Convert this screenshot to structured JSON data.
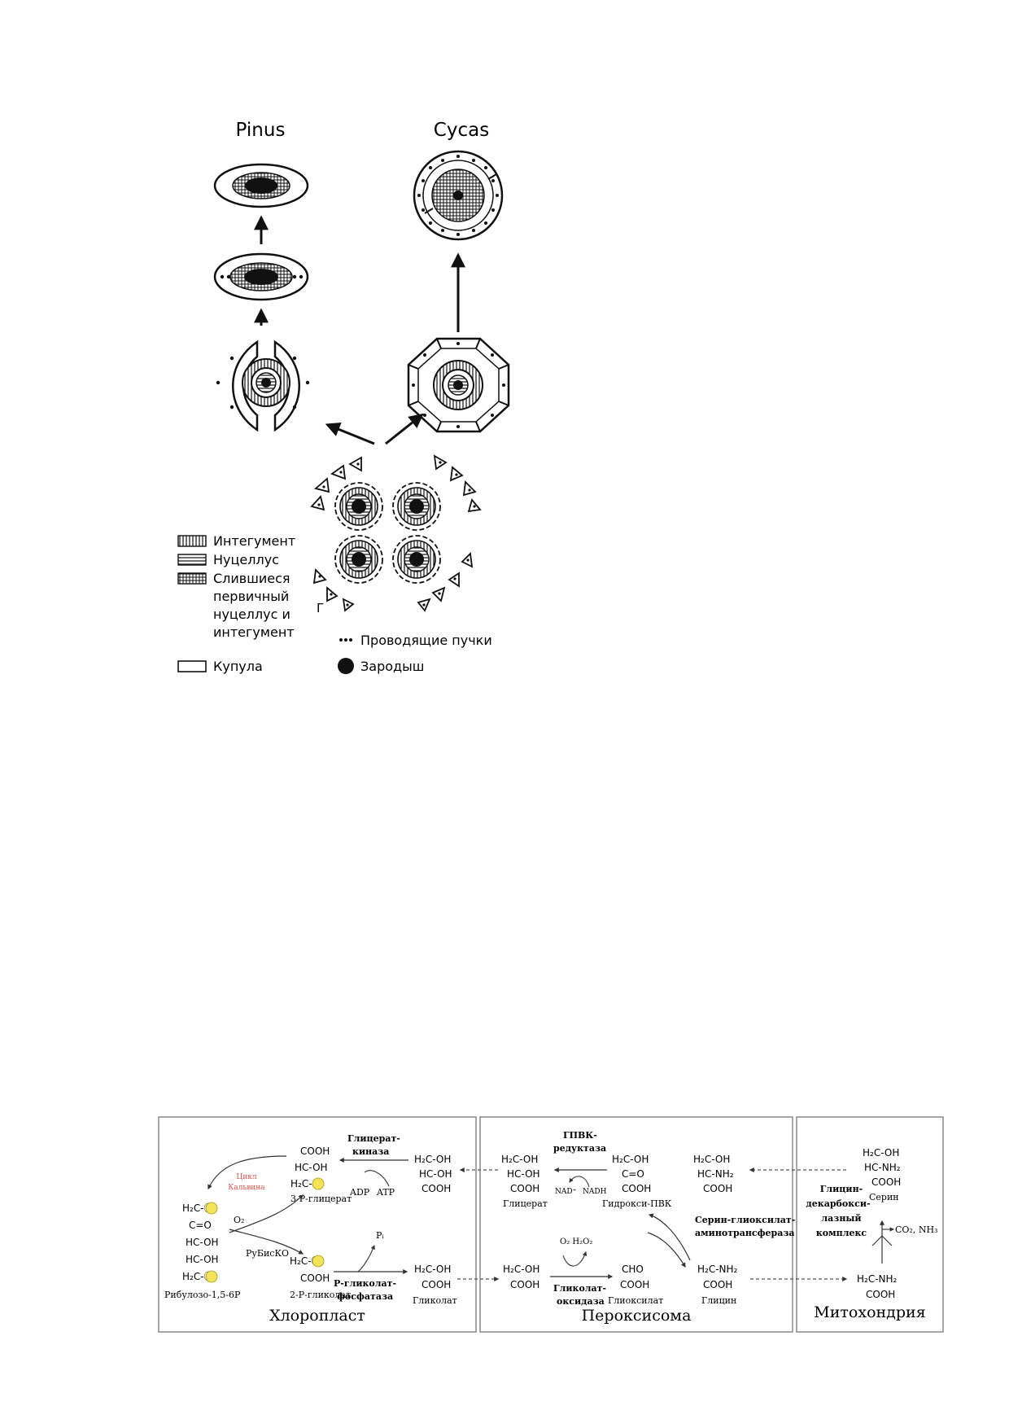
{
  "top_figure": {
    "genus_left": "Pinus",
    "genus_right": "Cycas",
    "letter": "Г",
    "legend": {
      "integument": "Интегумент",
      "nucellus": "Нуцеллус",
      "fused_line1": "Слившиеся",
      "fused_line2": "первичный",
      "fused_line3": "нуцеллус и",
      "fused_line4": "интегумент",
      "cupule": "Купула",
      "bundles": "Проводящие пучки",
      "embryo": "Зародыш"
    }
  },
  "bottom_figure": {
    "compartments": {
      "chloroplast": "Хлоропласт",
      "peroxisome": "Пероксисома",
      "mitochondrion": "Митохондрия"
    },
    "chloroplast": {
      "rubp_lines": [
        "H₂C-Ⓟ",
        "C=O",
        "HC-OH",
        "HC-OH",
        "H₂C-Ⓟ"
      ],
      "rubp_name": "Рибулозо-1,5-6P",
      "pga_lines": [
        "COOH",
        "HC-OH",
        "H₂C-Ⓟ"
      ],
      "pga_name": "3-Р-глицерат",
      "calvin": [
        "Цикл",
        "Кальвина"
      ],
      "o2": "O₂",
      "rubisco": "РуБисКО",
      "pglycolate_lines": [
        "H₂C-Ⓟ",
        "COOH"
      ],
      "pglycolate_name": "2-Р-гликолат",
      "pgp_enzyme": [
        "Р-гликолат-",
        "фосфатаза"
      ],
      "pi": "Pᵢ",
      "glycolate_lines": [
        "H₂C-OH",
        "COOH"
      ],
      "glycolate_name": "Гликолат",
      "glycerate_lines": [
        "H₂C-OH",
        "HC-OH",
        "COOH"
      ],
      "gk_enzyme": [
        "Глицерат-",
        "киназа"
      ],
      "adp": "ADP",
      "atp": "ATP"
    },
    "peroxisome": {
      "glycerate_lines": [
        "H₂C-OH",
        "HC-OH",
        "COOH"
      ],
      "glycerate_name": "Глицерат",
      "hpr_enzyme": [
        "ГПВК-",
        "редуктаза"
      ],
      "nad": "NAD⁺",
      "nadh": "NADH",
      "hydroxypyruvate_lines": [
        "H₂C-OH",
        "C=O",
        "COOH"
      ],
      "hydroxypyruvate_name": "Гидрокси-ПВК",
      "serine_lines": [
        "H₂C-OH",
        "HC-NH₂",
        "COOH"
      ],
      "sgat_enzyme": [
        "Серин-глиоксилат-",
        "аминотрансфераза"
      ],
      "glycolate_lines": [
        "H₂C-OH",
        "COOH"
      ],
      "o2_h2o2": "O₂  H₂O₂",
      "go_enzyme": [
        "Гликолат-",
        "оксидаза"
      ],
      "glyoxylate_lines": [
        "CHO",
        "COOH"
      ],
      "glyoxylate_name": "Глиоксилат",
      "glycine_lines": [
        "H₂C-NH₂",
        "COOH"
      ],
      "glycine_name": "Глицин"
    },
    "mitochondrion": {
      "serine_lines": [
        "H₂C-OH",
        "HC-NH₂",
        "COOH"
      ],
      "serine_name": "Серин",
      "gdc_enzyme": [
        "Глицин-",
        "декарбокси-",
        "лазный",
        "комплекс"
      ],
      "co2_nh3": "CO₂, NH₃",
      "glycine_lines": [
        "H₂C-NH₂",
        "COOH"
      ]
    }
  },
  "colors": {
    "phosphate_fill": "#f2e35a",
    "calvin_red": "#d9534f",
    "box_border": "#8a8a8a"
  }
}
